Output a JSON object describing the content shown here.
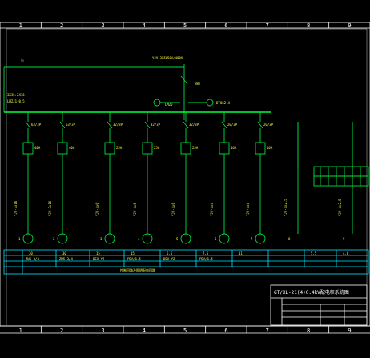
{
  "ruler": {
    "numbers": [
      "1",
      "2",
      "3",
      "4",
      "5",
      "6",
      "7",
      "8",
      "9"
    ]
  },
  "top_labels": {
    "supply_cable": "YJV-3X50",
    "supply_rating": "50A/400V",
    "left_code": "XL",
    "left_spec_1": "3X35+2X16",
    "left_spec_2": "LMZJ1-0.5",
    "meter": "kWh",
    "ct_label": "LMZJ",
    "meter_spec": "DT862-4"
  },
  "circuits": [
    {
      "breaker": "63/3P",
      "rating": "40A",
      "cable": "YJV-3x16",
      "number": "1"
    },
    {
      "breaker": "63/3P",
      "rating": "40A",
      "cable": "YJV-3x16",
      "number": "2"
    },
    {
      "breaker": "32/3P",
      "rating": "25A",
      "cable": "YJV-4x6",
      "number": "3"
    },
    {
      "breaker": "32/3P",
      "rating": "25A",
      "cable": "YJV-4x6",
      "number": "4"
    },
    {
      "breaker": "32/3P",
      "rating": "25A",
      "cable": "YJV-4x6",
      "number": "5"
    },
    {
      "breaker": "20/3P",
      "rating": "16A",
      "cable": "YJV-4x4",
      "number": "6"
    },
    {
      "breaker": "20/3P",
      "rating": "16A",
      "cable": "YJV-4x4",
      "number": "7"
    },
    {
      "breaker": "",
      "rating": "",
      "cable": "YJV-4x2.5",
      "number": "8"
    },
    {
      "breaker": "",
      "rating": "",
      "cable": "YJV-4x2.5",
      "number": "9"
    }
  ],
  "table": {
    "row1": [
      "30",
      "30",
      "15",
      "15",
      "5.5",
      "7.5",
      "11",
      "",
      "5.5",
      "4.0"
    ],
    "row2": [
      "ZW5-3/4",
      "ZW5-3/4",
      "DEX-Y2",
      "PDA/1.5",
      "DEX-Y2",
      "PDA/1.5",
      "",
      "",
      "",
      ""
    ],
    "row3_label": "控制回路及照明配电回路"
  },
  "title_block": {
    "title": "GT/XL-21(4)0.4kV配电柜系统图",
    "code": ""
  }
}
